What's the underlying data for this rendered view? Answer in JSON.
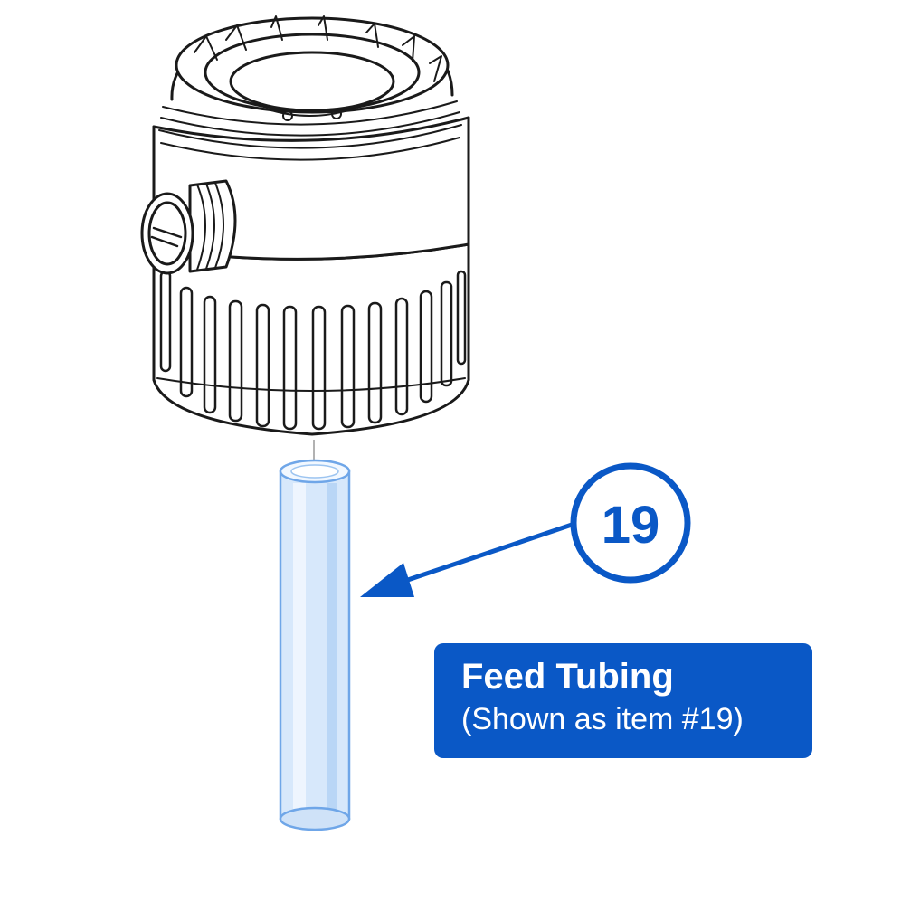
{
  "colors": {
    "accent": "#0a58c6",
    "line_art": "#1a1a1a",
    "tubing": "#cfe2f8",
    "tubing_edge": "#6fa6e8",
    "background": "#ffffff"
  },
  "callout": {
    "number": "19"
  },
  "label": {
    "title": "Feed Tubing",
    "subtitle": "(Shown as item #19)"
  },
  "icons": {
    "housing": "valve-housing-icon",
    "tubing": "feed-tubing-icon",
    "arrow": "leader-arrow-icon"
  }
}
